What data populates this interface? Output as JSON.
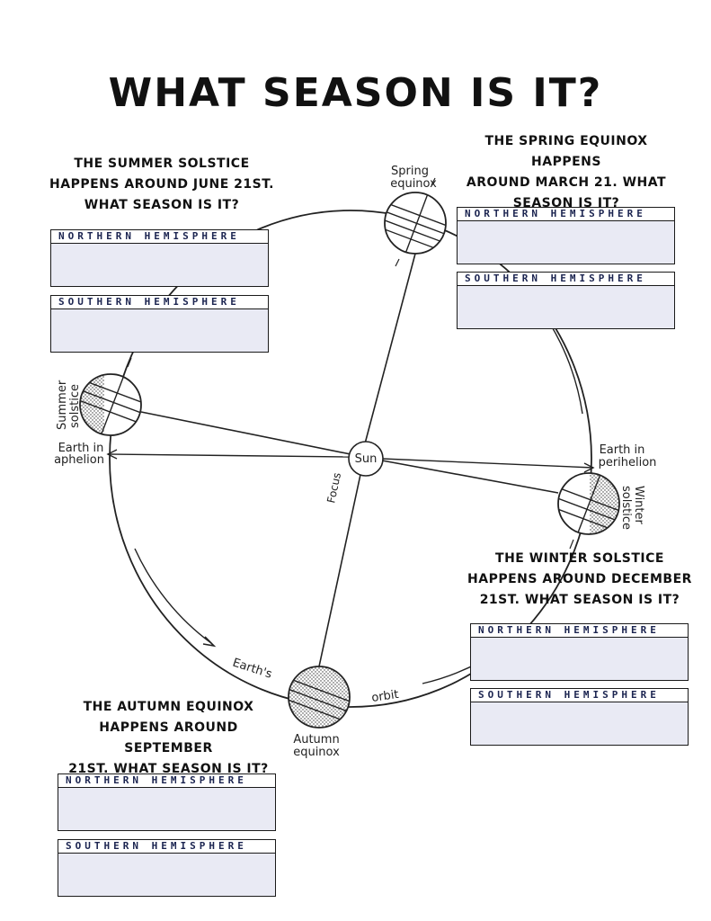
{
  "title": "WHAT SEASON IS IT?",
  "diagram": {
    "sun": "Sun",
    "focus": "Focus",
    "spring_equinox": [
      "Spring",
      "equinox"
    ],
    "summer_solstice": [
      "Summer",
      "solstice"
    ],
    "winter_solstice": [
      "Winter",
      "solstice"
    ],
    "autumn_equinox": [
      "Autumn",
      "equinox"
    ],
    "aphelion": [
      "Earth in",
      "aphelion"
    ],
    "perihelion": [
      "Earth in",
      "perihelion"
    ],
    "earths": "Earth's",
    "orbit": "orbit"
  },
  "questions": {
    "summer": [
      "THE SUMMER SOLSTICE",
      "HAPPENS AROUND JUNE 21ST.",
      "WHAT SEASON IS IT?"
    ],
    "spring": [
      "THE SPRING EQUINOX HAPPENS",
      "AROUND MARCH 21. WHAT",
      "SEASON IS IT?"
    ],
    "winter": [
      "THE WINTER SOLSTICE",
      "HAPPENS AROUND DECEMBER",
      "21ST. WHAT SEASON IS IT?"
    ],
    "autumn": [
      "THE AUTUMN EQUINOX",
      "HAPPENS AROUND SEPTEMBER",
      "21ST. WHAT SEASON IS IT?"
    ]
  },
  "box_labels": {
    "northern": "NORTHERN HEMISPHERE",
    "southern": "SOUTHERN HEMISPHERE"
  },
  "colors": {
    "label_text": "#1b2450",
    "answer_fill": "#e9eaf4"
  }
}
